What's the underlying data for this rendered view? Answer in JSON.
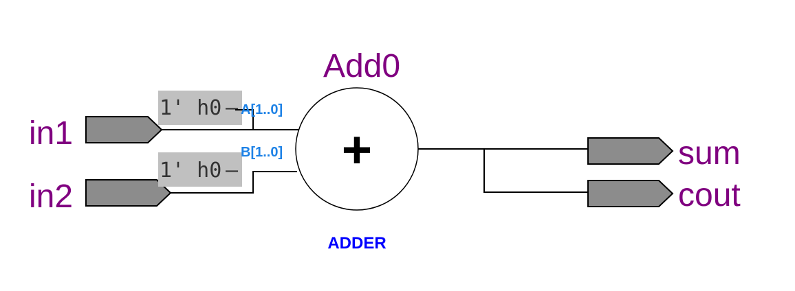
{
  "instance": {
    "name": "Add0",
    "type": "ADDER",
    "symbol": "+"
  },
  "inputs": [
    {
      "name": "in1",
      "const": "1' h0",
      "const_dash": "–",
      "pin": "A[1..0]"
    },
    {
      "name": "in2",
      "const": "1' h0",
      "const_dash": "–",
      "pin": "B[1..0]"
    }
  ],
  "outputs": [
    {
      "name": "sum"
    },
    {
      "name": "cout"
    }
  ],
  "colors": {
    "port_label": "#800080",
    "pin_label": "#1e82e6",
    "type_label": "#0000ff",
    "port_fill": "#8c8c8c",
    "const_fill": "#c0c0c0",
    "wire": "#000000"
  }
}
